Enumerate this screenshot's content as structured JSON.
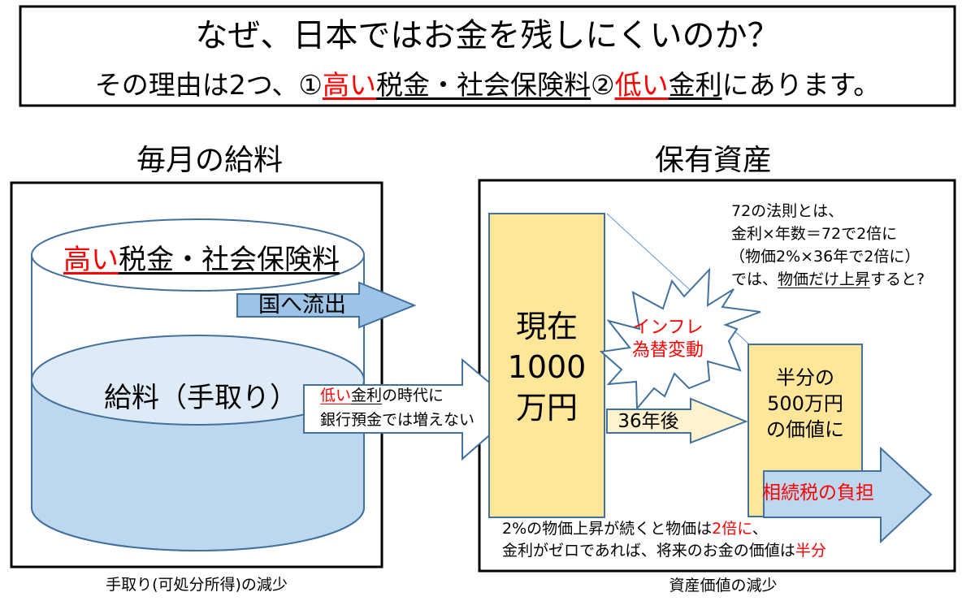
{
  "title": {
    "line1": "なぜ、日本ではお金を残しにくいのか？",
    "line2": {
      "p1": "その理由は2つ、①",
      "high": "高い",
      "p2": "税金・社会保険料",
      "p3": "②",
      "low": "低い",
      "p4": "金利",
      "p5": "にあります。"
    }
  },
  "left": {
    "heading": "毎月の給料",
    "tax": {
      "high": "高い",
      "rest": "税金・社会保険料"
    },
    "outflow": "国へ流出",
    "salary": "給料（手取り）",
    "bank": {
      "low": "低い",
      "rate": "金利",
      "rest": "の時代に",
      "line2": "銀行預金では増えない"
    },
    "caption": "手取り(可処分所得)の減少"
  },
  "right": {
    "heading": "保有資産",
    "now": [
      "現在",
      "1000",
      "万円"
    ],
    "burst": [
      "インフレ",
      "為替変動"
    ],
    "years": "36年後",
    "half": [
      "半分の",
      "500万円",
      "の価値に"
    ],
    "inherit": "相続税の負担",
    "rule": {
      "l1": "72の法則とは、",
      "l2": "金利×年数＝72で2倍に",
      "l3": "（物価2%×36年で2倍に）",
      "l4a": "では、",
      "l4b": "物価だけ上昇",
      "l4c": "すると?"
    },
    "note": {
      "l1a": "2%の物価上昇が続くと物価は",
      "l1b": "2倍に",
      "l1c": "、",
      "l2a": "金利がゼロであれば、将来のお金の価値は",
      "l2b": "半分"
    },
    "caption": "資産価値の減少"
  },
  "colors": {
    "yellow": "#ffe699",
    "blue": "#bdd7ee",
    "lightblue": "#deebf7",
    "stroke": "#41719c",
    "red": "#ff0000"
  }
}
